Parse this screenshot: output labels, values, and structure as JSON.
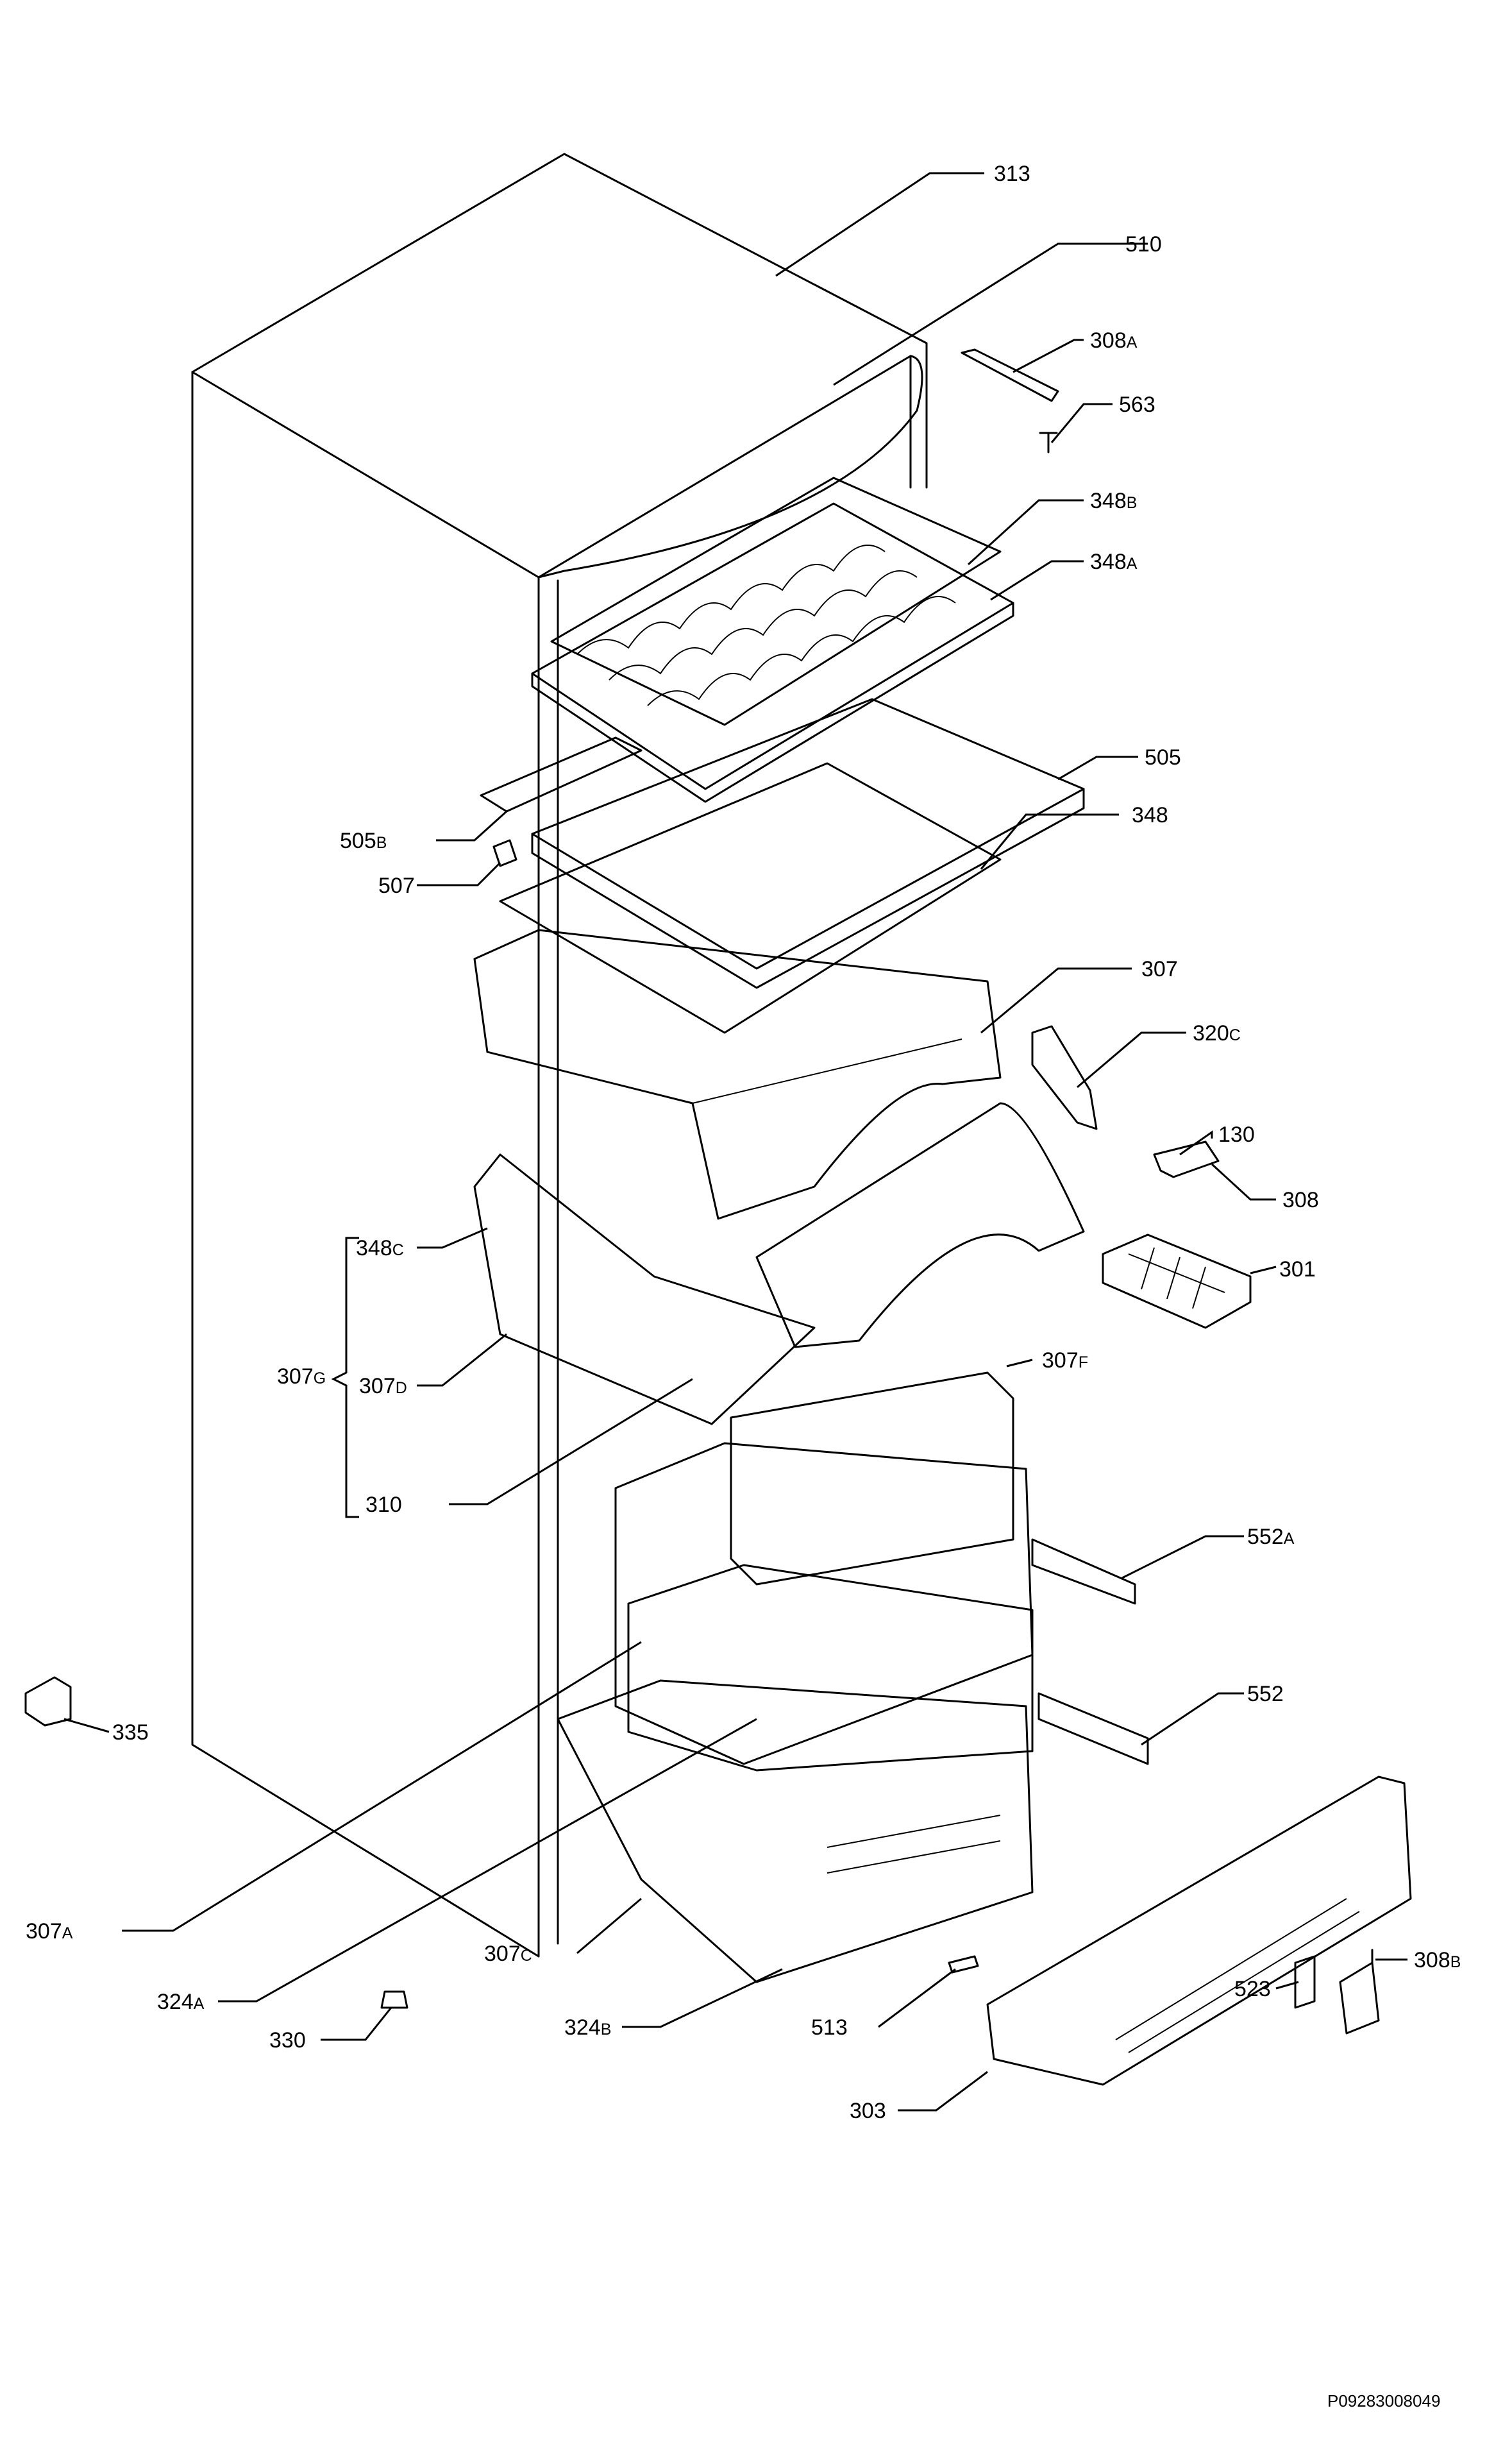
{
  "labels": {
    "313": {
      "num": "313",
      "suf": ""
    },
    "510": {
      "num": "510",
      "suf": ""
    },
    "308A": {
      "num": "308",
      "suf": "A"
    },
    "563": {
      "num": "563",
      "suf": ""
    },
    "348B": {
      "num": "348",
      "suf": "B"
    },
    "348A": {
      "num": "348",
      "suf": "A"
    },
    "505": {
      "num": "505",
      "suf": ""
    },
    "348": {
      "num": "348",
      "suf": ""
    },
    "505B": {
      "num": "505",
      "suf": "B"
    },
    "507": {
      "num": "507",
      "suf": ""
    },
    "307": {
      "num": "307",
      "suf": ""
    },
    "320C": {
      "num": "320",
      "suf": "C"
    },
    "130": {
      "num": "130",
      "suf": ""
    },
    "308": {
      "num": "308",
      "suf": ""
    },
    "301": {
      "num": "301",
      "suf": ""
    },
    "348C": {
      "num": "348",
      "suf": "C"
    },
    "307G": {
      "num": "307",
      "suf": "G"
    },
    "307D": {
      "num": "307",
      "suf": "D"
    },
    "307F": {
      "num": "307",
      "suf": "F"
    },
    "310": {
      "num": "310",
      "suf": ""
    },
    "552A": {
      "num": "552",
      "suf": "A"
    },
    "552": {
      "num": "552",
      "suf": ""
    },
    "335": {
      "num": "335",
      "suf": ""
    },
    "307A": {
      "num": "307",
      "suf": "A"
    },
    "307C": {
      "num": "307",
      "suf": "C"
    },
    "324A": {
      "num": "324",
      "suf": "A"
    },
    "330": {
      "num": "330",
      "suf": ""
    },
    "324B": {
      "num": "324",
      "suf": "B"
    },
    "513": {
      "num": "513",
      "suf": ""
    },
    "303": {
      "num": "303",
      "suf": ""
    },
    "523": {
      "num": "523",
      "suf": ""
    },
    "308B": {
      "num": "308",
      "suf": "B"
    }
  },
  "drawing_code": "P09283008049"
}
